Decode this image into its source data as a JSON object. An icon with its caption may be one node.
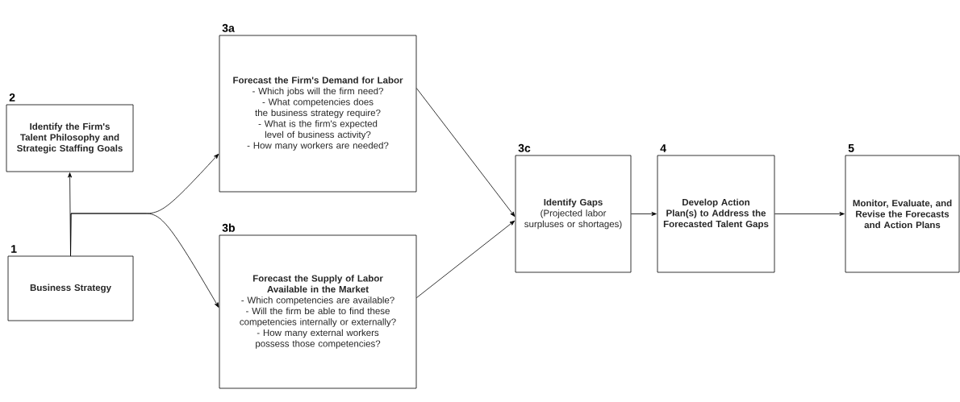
{
  "diagram": {
    "nodes": [
      {
        "text": [
          "1",
          "Business Strategy"
        ]
      },
      {
        "text": [
          "2",
          "Identify the Firm's Talent Philosophy and Strategic Staffing Goals"
        ]
      },
      {
        "text": [
          "3a",
          "Forecast the Firm's Demand for Labor",
          "- Which jobs will the firm need?",
          "- What competencies does the business strategy require?",
          "- What is the firm's expected level of business activity?",
          "- How many workers are needed?"
        ]
      },
      {
        "text": [
          "3b",
          "Forecast the Supply of Labor Available in the Market",
          "- Which competencies are available?",
          "- Will the firm be able to find these competencies internally or externally?",
          "- How many external workers possess those competencies?"
        ]
      },
      {
        "text": [
          "3c",
          "Identify Gaps",
          "(Projected labor surpluses or shortages)"
        ]
      },
      {
        "text": [
          "4",
          "Develop Action Plan(s) to Address the Forecasted Talent Gaps"
        ]
      },
      {
        "text": [
          "5",
          "Monitor, Evaluate, and Revise the Forecasts and Action Plans"
        ]
      }
    ],
    "edges": [
      {
        "from": 0,
        "to": 1,
        "arrow": "to"
      },
      {
        "from": 0,
        "to": 2,
        "arrow": "to"
      },
      {
        "from": 0,
        "to": 3,
        "arrow": "to"
      },
      {
        "from": 2,
        "to": 4,
        "arrow": "to"
      },
      {
        "from": 3,
        "to": 4,
        "arrow": "to"
      },
      {
        "from": 4,
        "to": 5,
        "arrow": "to"
      },
      {
        "from": 5,
        "to": 6,
        "arrow": "to"
      }
    ]
  }
}
